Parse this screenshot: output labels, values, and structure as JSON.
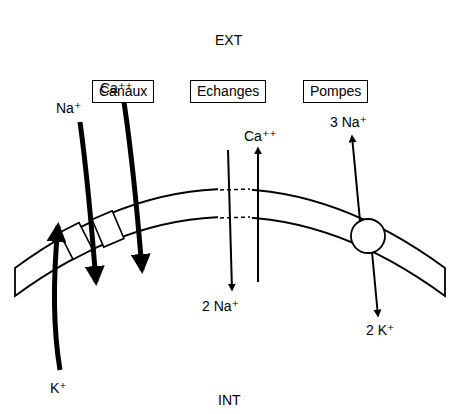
{
  "diagram": {
    "nodes": [
      {
        "text": [
          "Canaux"
        ]
      },
      {
        "text": [
          "Echanges"
        ]
      },
      {
        "text": [
          "Pompes"
        ]
      }
    ],
    "labels": [
      "EXT",
      "Na⁺",
      "Ca⁺⁺",
      "K⁺",
      "Ca⁺⁺",
      "2 Na⁺",
      "3 Na⁺",
      "2 K⁺",
      "INT"
    ]
  }
}
